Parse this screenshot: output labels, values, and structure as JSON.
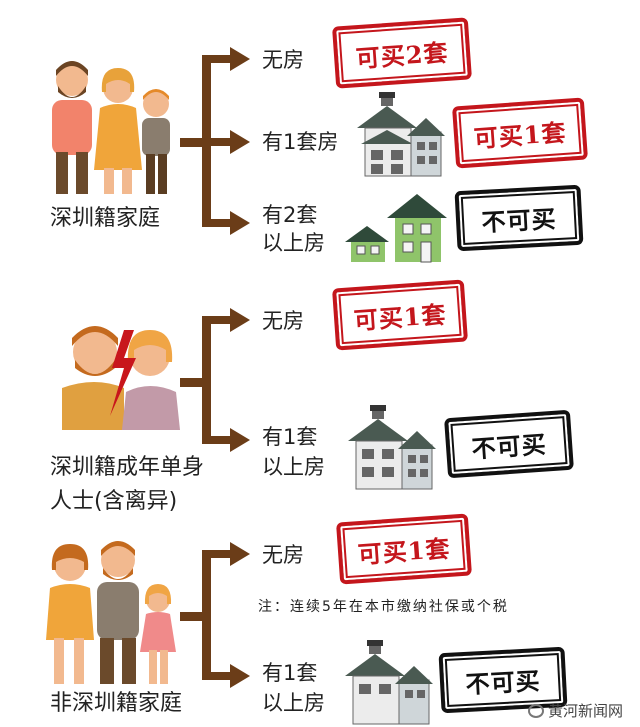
{
  "groups": [
    {
      "title": "深圳籍家庭",
      "options": [
        {
          "condition": "无房",
          "result": "可买2套"
        },
        {
          "condition": "有1套房",
          "result": "可买1套"
        },
        {
          "condition_line1": "有2套",
          "condition_line2": "以上房",
          "result": "不可买"
        }
      ]
    },
    {
      "title_line1": "深圳籍成年单身",
      "title_line2": "人士(含离异)",
      "options": [
        {
          "condition": "无房",
          "result": "可买1套"
        },
        {
          "condition_line1": "有1套",
          "condition_line2": "以上房",
          "result": "不可买"
        }
      ]
    },
    {
      "title": "非深圳籍家庭",
      "options": [
        {
          "condition": "无房",
          "result": "可买1套"
        },
        {
          "condition_line1": "有1套",
          "condition_line2": "以上房",
          "result": "不可买"
        }
      ],
      "note": "注：连续5年在本市缴纳社保或个税"
    }
  ],
  "watermark": "黄河新闻网",
  "colors": {
    "bracket": "#6b3d18",
    "stamp_red": "#c4161c",
    "stamp_black": "#111111"
  }
}
